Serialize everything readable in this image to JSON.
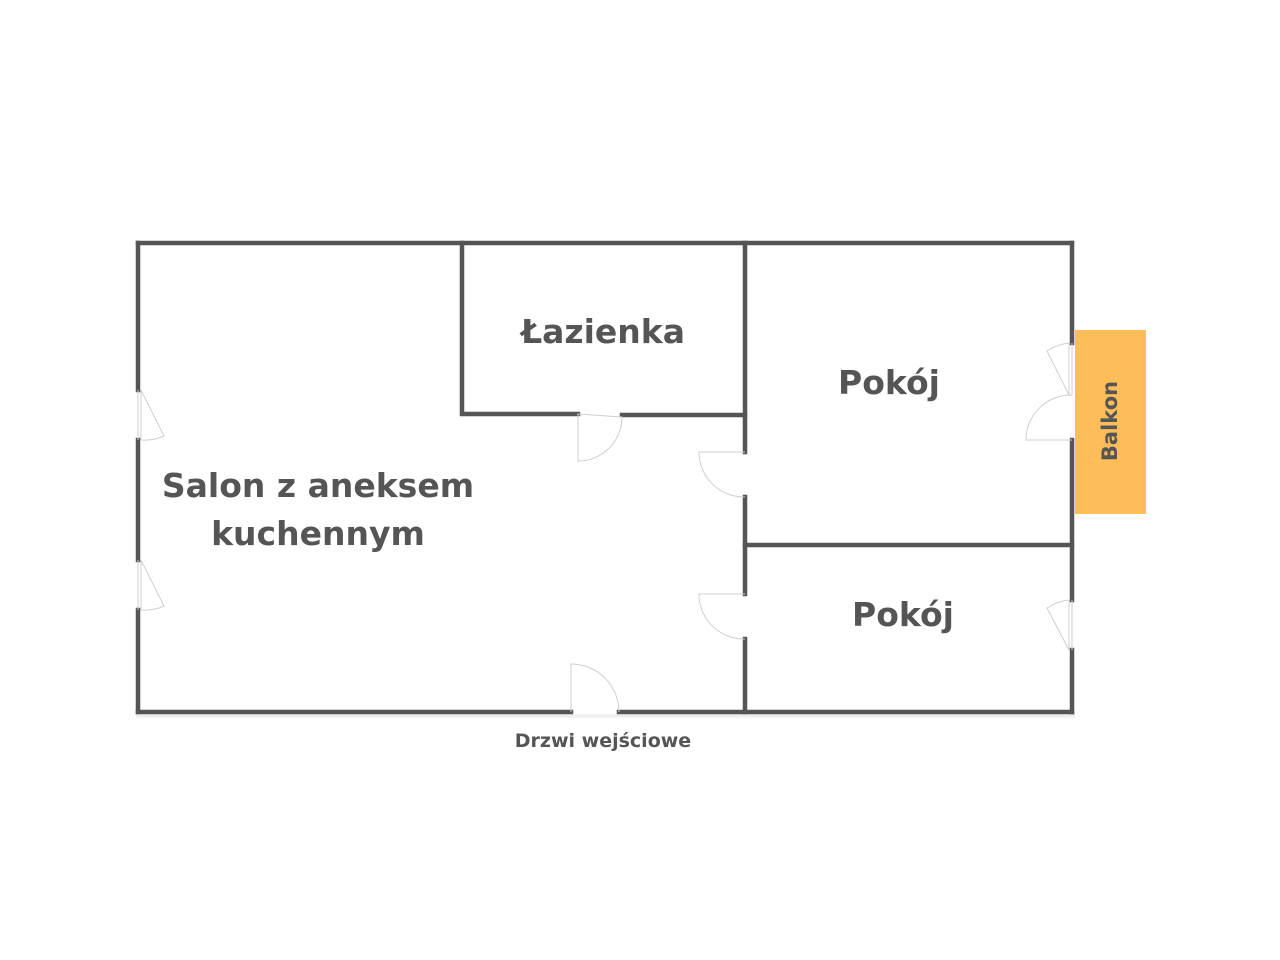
{
  "rooms": {
    "living": "Salon z aneksem kuchennym",
    "living_line1": "Salon z aneksem",
    "living_line2": "kuchennym",
    "bathroom": "Łazienka",
    "room1": "Pokój",
    "room2": "Pokój",
    "balcony": "Balkon"
  },
  "entrance_label": "Drzwi wejściowe",
  "colors": {
    "wall": "#555555",
    "balcony": "#FDBE5A",
    "text": "#555555"
  }
}
